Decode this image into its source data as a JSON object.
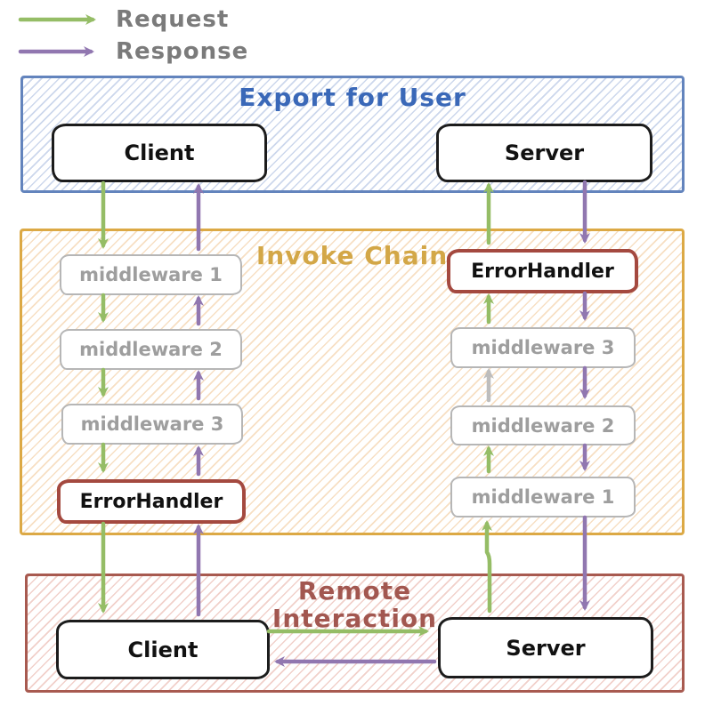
{
  "colors": {
    "request": "#95bd66",
    "response": "#9177b0",
    "neutral": "#bdbdbd",
    "legend-text": "#7b7b7b",
    "export-border": "#6384bd",
    "export-title": "#3a68b8",
    "export-hatch": "#ccd7ec",
    "invoke-border": "#dca945",
    "invoke-title": "#d3a747",
    "invoke-hatch": "#f7dfc3",
    "remote-border": "#a85a50",
    "remote-title": "#a25750",
    "remote-hatch": "#f1d0ca",
    "node-border": "#1c1c1c",
    "node-text": "#111111",
    "middleware-border": "#b6b6b6",
    "middleware-text": "#9e9e9e",
    "errorhandler-border": "#a4493f"
  },
  "legend": {
    "request": "Request",
    "response": "Response"
  },
  "export_section": {
    "title": "Export for User",
    "client": "Client",
    "server": "Server"
  },
  "invoke_section": {
    "title": "Invoke Chain",
    "left_chain": [
      "middleware 1",
      "middleware 2",
      "middleware 3",
      "ErrorHandler"
    ],
    "right_chain": [
      "ErrorHandler",
      "middleware 3",
      "middleware 2",
      "middleware 1"
    ]
  },
  "remote_section": {
    "title_line1": "Remote",
    "title_line2": "Interaction",
    "client": "Client",
    "server": "Server"
  }
}
